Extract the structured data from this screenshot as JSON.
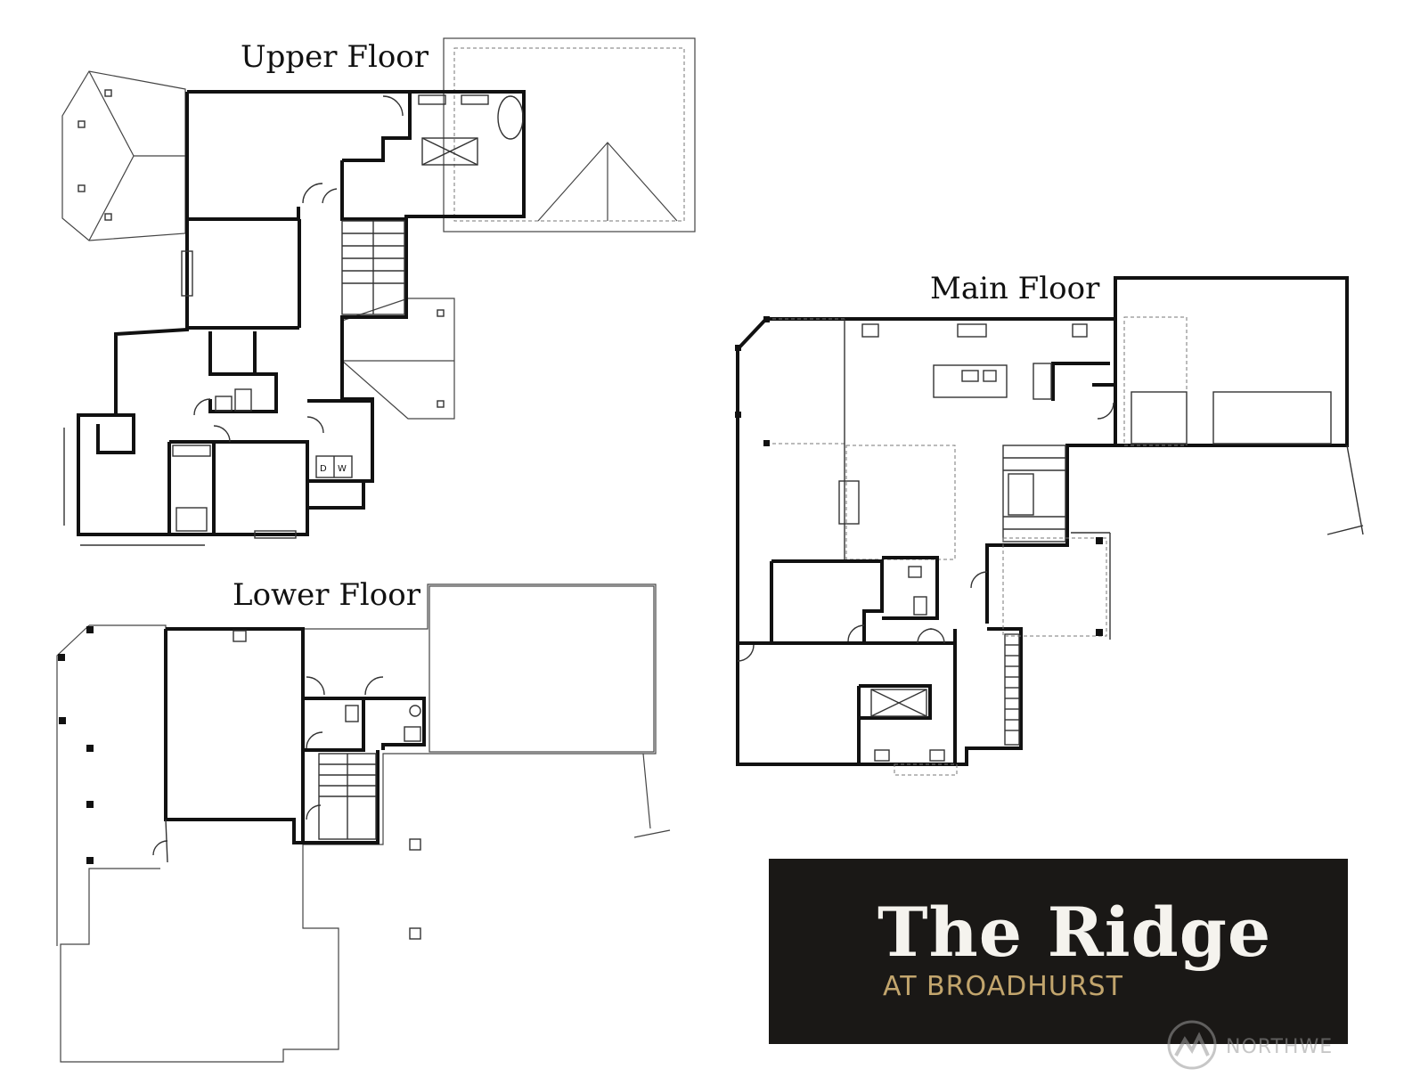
{
  "floors": {
    "upper": {
      "label": "Upper Floor"
    },
    "main": {
      "label": "Main Floor"
    },
    "lower": {
      "label": "Lower Floor"
    }
  },
  "plan_marks": {
    "dryer": "D",
    "washer": "W"
  },
  "brand": {
    "title": "The Ridge",
    "subtitle": "AT BROADHURST"
  },
  "watermark": {
    "text": "NORTHWE",
    "icon": "mountain-logo-icon"
  },
  "colors": {
    "brand_background": "#1a1816",
    "brand_title": "#f5f3ee",
    "brand_subtitle": "#c2a56d",
    "walls": "#111111"
  }
}
